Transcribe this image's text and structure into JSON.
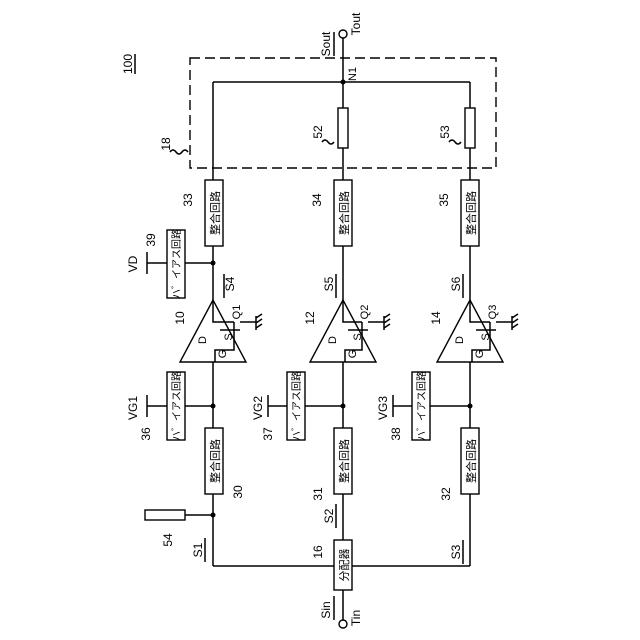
{
  "figure_label": "100",
  "terminals": {
    "input_terminal": "Tin",
    "input_signal": "Sin",
    "output_terminal": "Tout",
    "output_signal": "Sout",
    "node": "N1"
  },
  "block_text": {
    "matching": "整合回路",
    "bias": "ハ゛イアス回路",
    "divider": "分配器"
  },
  "labels": {
    "combiner": "18",
    "resistor1": "52",
    "resistor2": "53",
    "match_out1": "33",
    "match_out2": "34",
    "match_out3": "35",
    "bias_out1": "39",
    "vd": "VD",
    "amp1": "10",
    "amp2": "12",
    "amp3": "14",
    "q1": "Q1",
    "q2": "Q2",
    "q3": "Q3",
    "drain": "D",
    "gate": "G",
    "source": "S",
    "s4": "S4",
    "s5": "S5",
    "s6": "S6",
    "bias_in1": "36",
    "bias_in2": "37",
    "bias_in3": "38",
    "vg1": "VG1",
    "vg2": "VG2",
    "vg3": "VG3",
    "match_in1": "30",
    "match_in2": "31",
    "match_in3": "32",
    "stub": "54",
    "s1": "S1",
    "s2": "S2",
    "s3": "S3",
    "divider": "16"
  }
}
